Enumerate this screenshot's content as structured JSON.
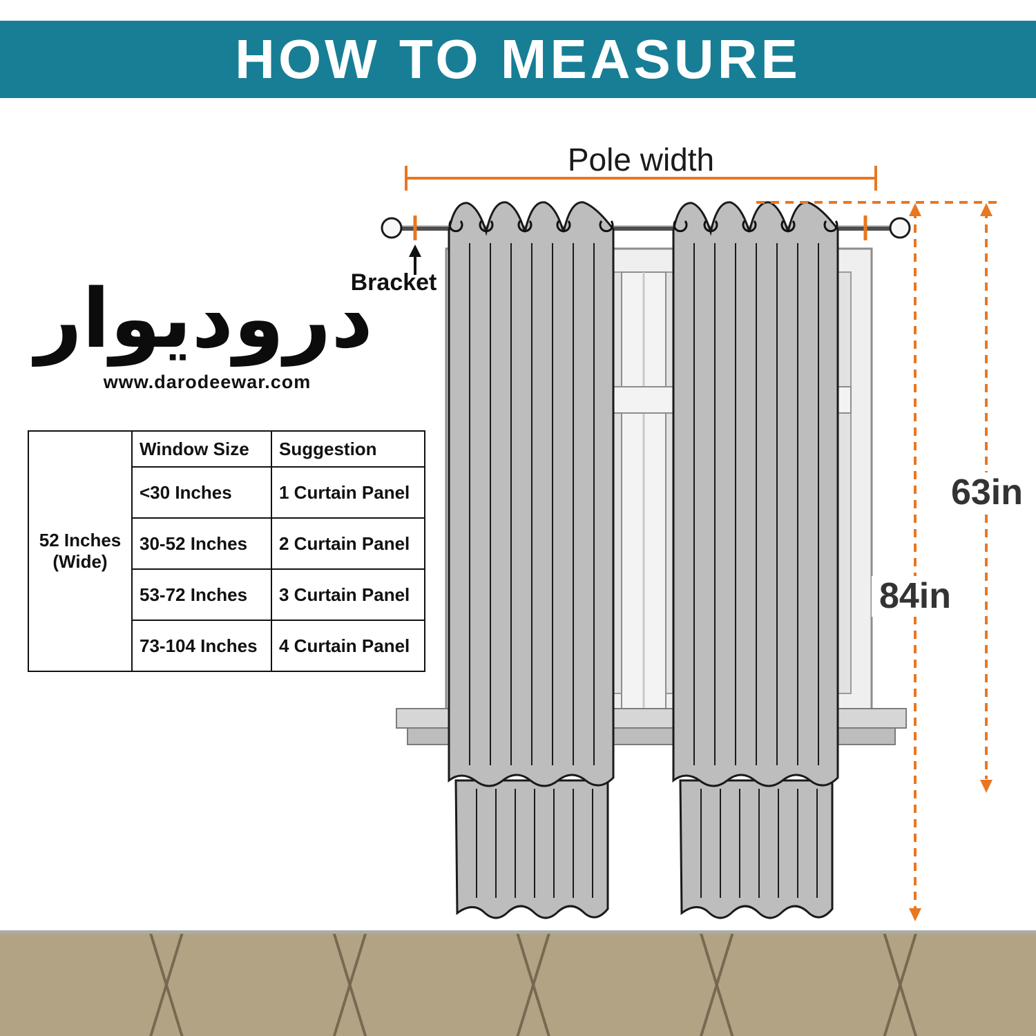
{
  "header": {
    "title": "HOW TO MEASURE"
  },
  "logo": {
    "arabic": "درودیوار",
    "website": "www.darodeewar.com"
  },
  "diagram": {
    "pole_width_label": "Pole width",
    "bracket_label": "Bracket",
    "length_short_label": "63in",
    "length_long_label": "84in"
  },
  "table": {
    "row_header": "52 Inches (Wide)",
    "columns": [
      "Window Size",
      "Suggestion"
    ],
    "rows": [
      {
        "window_size": "<30 Inches",
        "suggestion": "1 Curtain Panel"
      },
      {
        "window_size": "30-52 Inches",
        "suggestion": "2 Curtain Panel"
      },
      {
        "window_size": "53-72 Inches",
        "suggestion": "3 Curtain Panel"
      },
      {
        "window_size": "73-104 Inches",
        "suggestion": "4 Curtain Panel"
      }
    ]
  },
  "colors": {
    "header_bg": "#177e96",
    "accent_orange": "#e87722",
    "curtain_gray": "#bdbdbd",
    "floor_tan": "#b2a385"
  }
}
